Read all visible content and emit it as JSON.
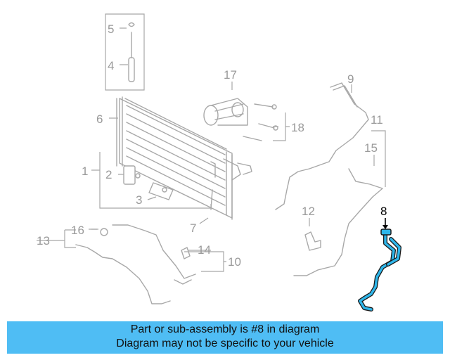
{
  "callouts": {
    "c1": "1",
    "c2": "2",
    "c3": "3",
    "c4": "4",
    "c5": "5",
    "c6": "6",
    "c7": "7",
    "c8": "8",
    "c9": "9",
    "c10": "10",
    "c11": "11",
    "c12": "12",
    "c13": "13",
    "c14": "14",
    "c15": "15",
    "c16": "16",
    "c17": "17",
    "c18": "18"
  },
  "highlighted_part": "8",
  "banner": {
    "line1": "Part or sub-assembly is #8 in diagram",
    "line2": "Diagram may not be specific to your vehicle"
  },
  "colors": {
    "highlight": "#2fb6ea",
    "banner_bg": "#4fbdf4",
    "linework": "#a8a8a8"
  }
}
